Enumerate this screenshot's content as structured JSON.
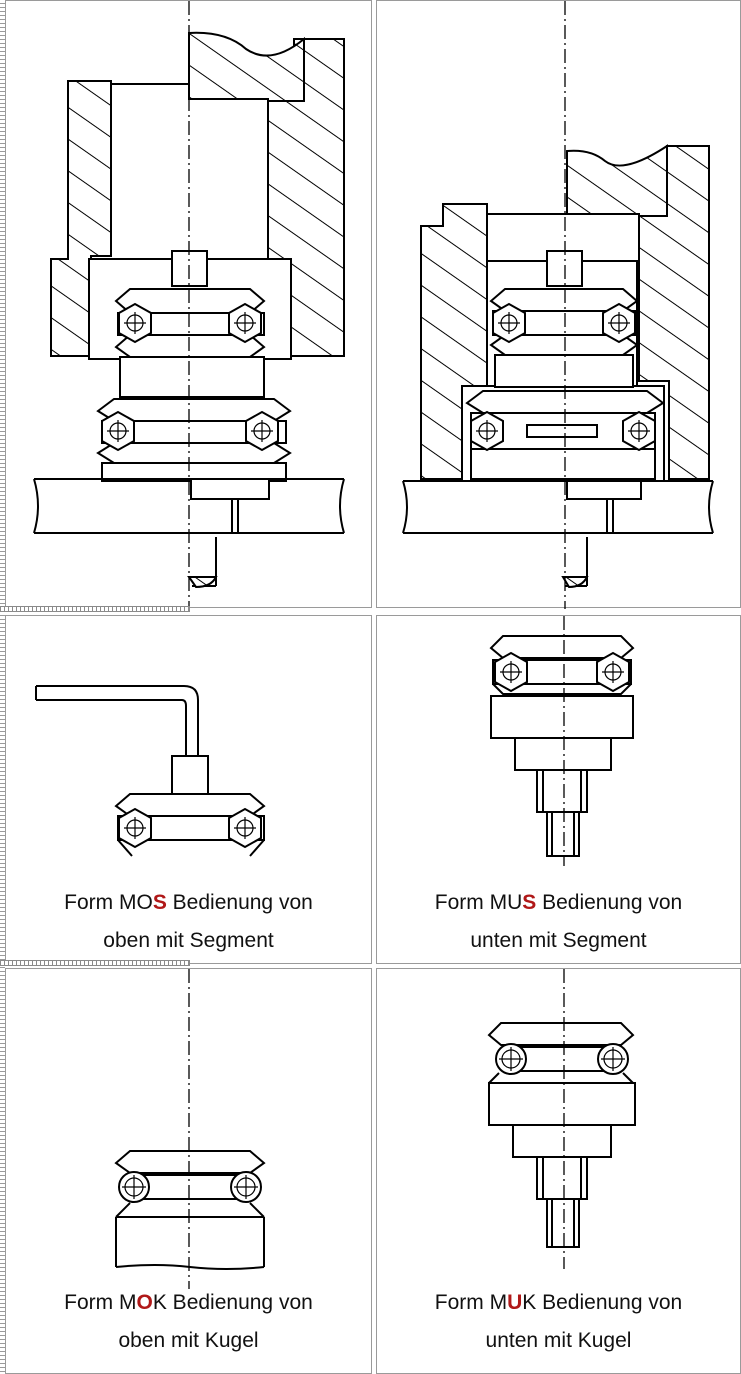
{
  "panels": [
    {
      "id": "install-mo",
      "caption": null
    },
    {
      "id": "install-mu",
      "caption": null
    },
    {
      "id": "mos",
      "caption": {
        "pre": "Form MO",
        "hl": "S",
        "post": " Bedienung von",
        "line2": "oben mit Segment"
      }
    },
    {
      "id": "mus",
      "caption": {
        "pre": "Form MU",
        "hl": "S",
        "post": " Bedienung von",
        "line2": "unten mit Segment"
      }
    },
    {
      "id": "mok",
      "caption": {
        "pre": "Form M",
        "hl": "O",
        "post": "K Bedienung von",
        "line2": "oben mit Kugel"
      }
    },
    {
      "id": "muk",
      "caption": {
        "pre": "Form M",
        "hl": "U",
        "post": "K Bedienung von",
        "line2": "unten mit Kugel"
      }
    }
  ],
  "colors": {
    "highlight": "#b01818",
    "line": "#000000",
    "border": "#9a9a9a"
  }
}
